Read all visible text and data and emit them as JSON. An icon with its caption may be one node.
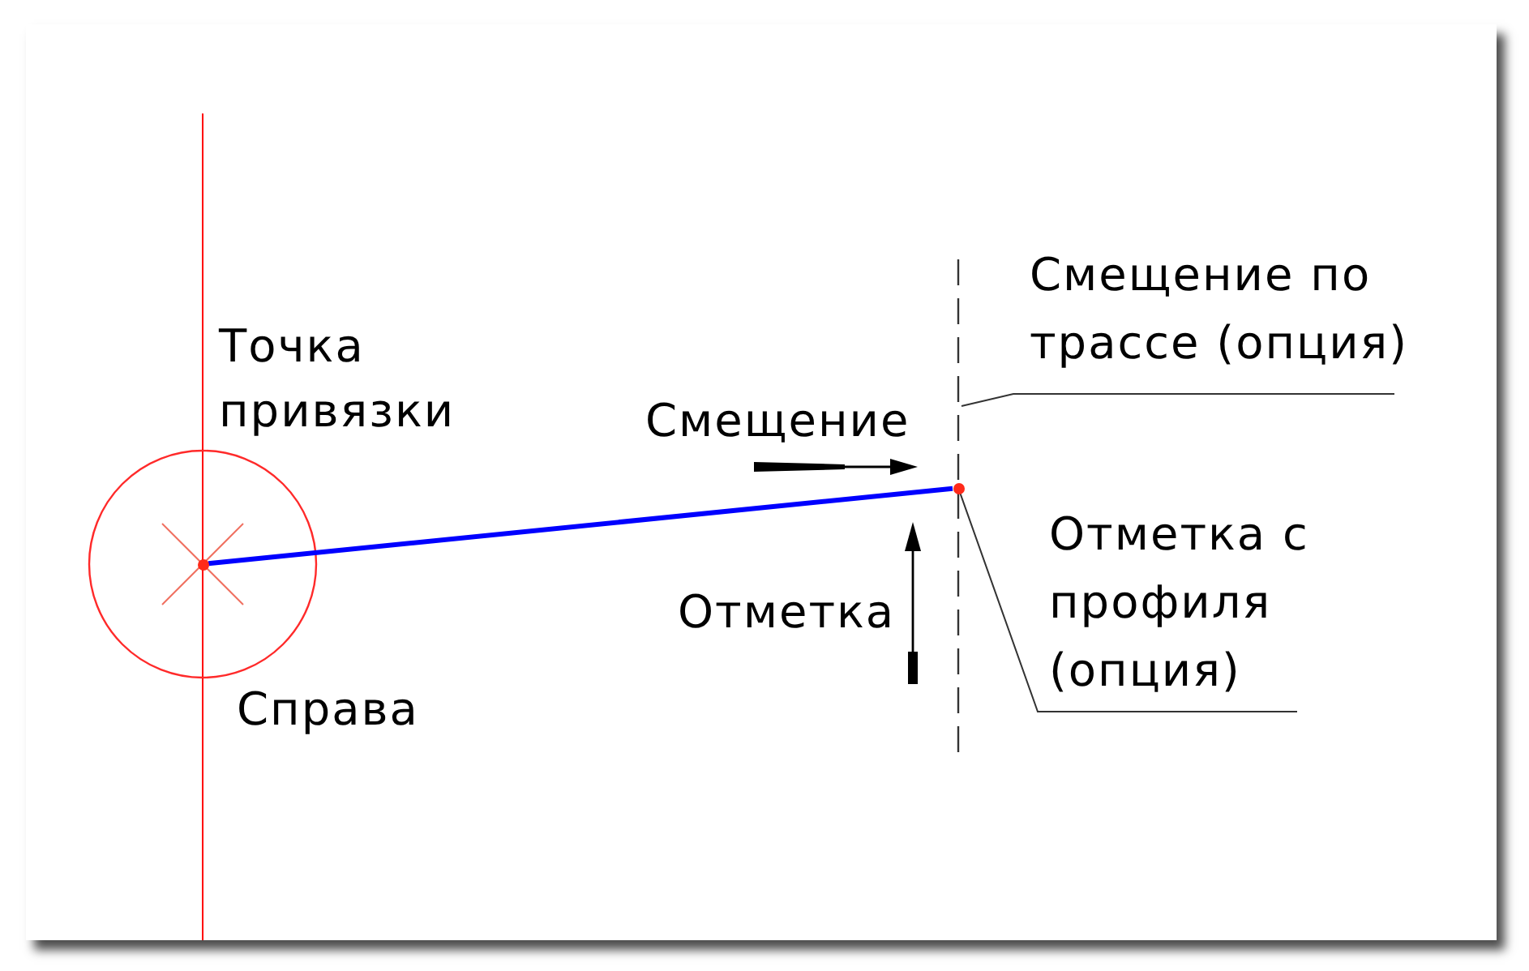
{
  "diagram": {
    "nodes": [
      {
        "text": [],
        "shape": "dot",
        "beside": [
          "Точка привязки"
        ]
      },
      {
        "text": [],
        "shape": "line"
      },
      {
        "text": [],
        "shape": "dot"
      },
      {
        "text": [
          "Смещение по трассе (опция)"
        ]
      },
      {
        "text": [
          "Отметка с профиля (опция)"
        ]
      }
    ],
    "edges": [
      {
        "from": 0,
        "to": 2,
        "arrow": "none",
        "style": "thick",
        "color": "#0000ff"
      },
      {
        "from": 3,
        "to": 1,
        "arrow": "none"
      },
      {
        "from": 4,
        "to": 2,
        "arrow": "none"
      }
    ],
    "labels": [
      "Смещение",
      "Отметка",
      "Справа"
    ]
  }
}
